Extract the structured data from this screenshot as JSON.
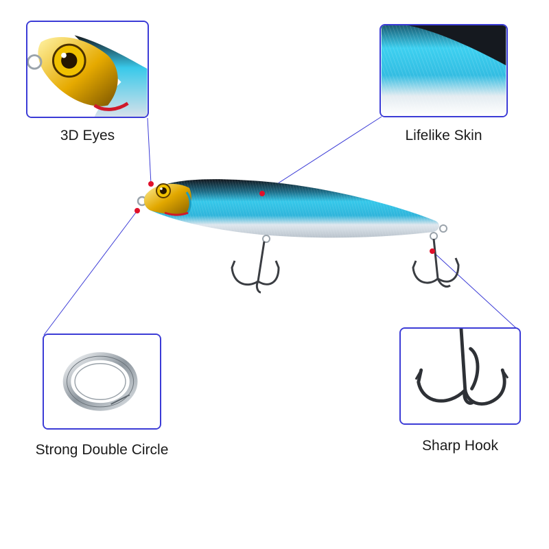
{
  "callouts": {
    "eyes": {
      "label": "3D Eyes"
    },
    "skin": {
      "label": "Lifelike Skin"
    },
    "ring": {
      "label": "Strong Double Circle"
    },
    "hook": {
      "label": "Sharp Hook"
    }
  },
  "colors": {
    "frame": "#3b3bd6",
    "leader": "#3b3bd6",
    "marker": "#e0102a",
    "lure_blue": "#2fc3e6",
    "lure_back": "#1b1f27",
    "eye_gold": "#e8b400"
  }
}
